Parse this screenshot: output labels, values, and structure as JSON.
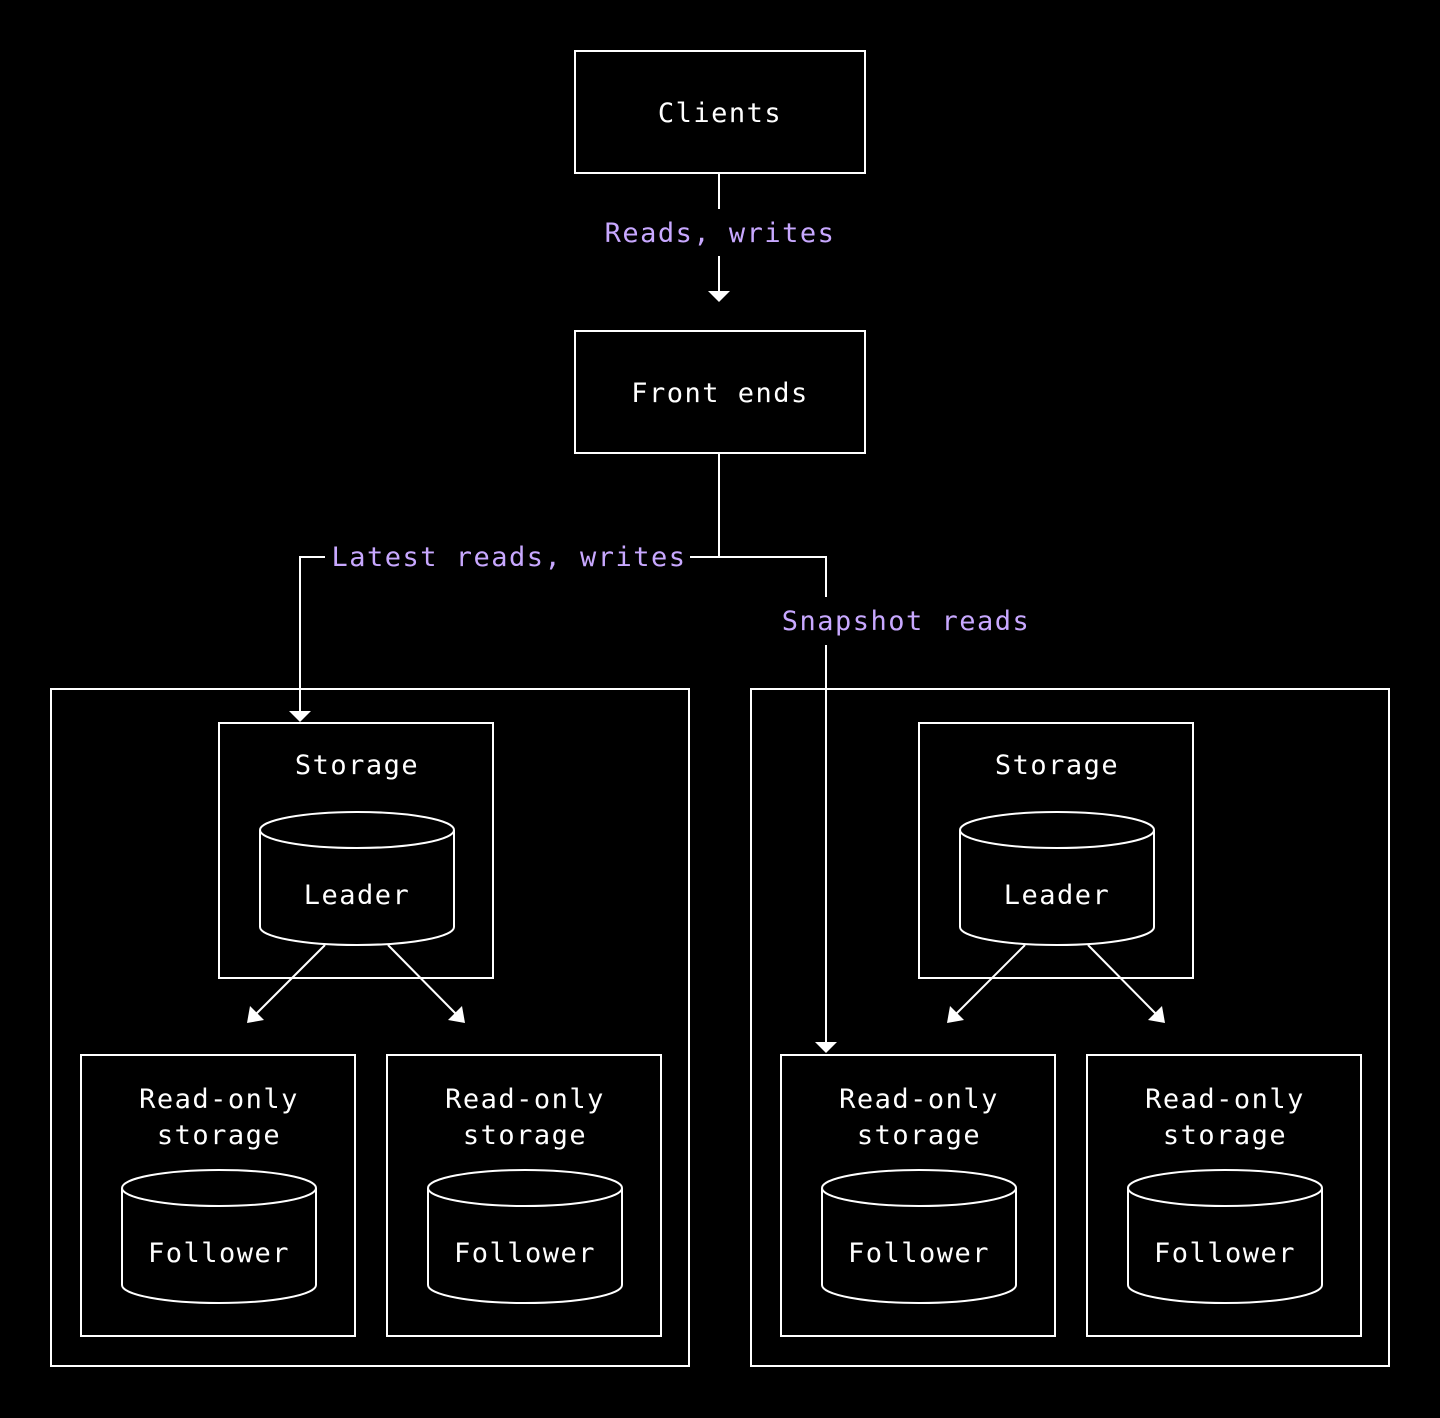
{
  "colors": {
    "background": "#000000",
    "stroke": "#ffffff",
    "edge_label": "#c8a8ff"
  },
  "nodes": {
    "clients": "Clients",
    "front_ends": "Front ends",
    "left_cluster": {
      "storage": "Storage",
      "leader": "Leader",
      "replica_1": {
        "line1": "Read-only",
        "line2": "storage",
        "follower": "Follower"
      },
      "replica_2": {
        "line1": "Read-only",
        "line2": "storage",
        "follower": "Follower"
      }
    },
    "right_cluster": {
      "storage": "Storage",
      "leader": "Leader",
      "replica_1": {
        "line1": "Read-only",
        "line2": "storage",
        "follower": "Follower"
      },
      "replica_2": {
        "line1": "Read-only",
        "line2": "storage",
        "follower": "Follower"
      }
    }
  },
  "edges": {
    "clients_to_front_ends": "Reads, writes",
    "front_ends_to_leader": "Latest reads, writes",
    "front_ends_to_follower": "Snapshot reads"
  }
}
